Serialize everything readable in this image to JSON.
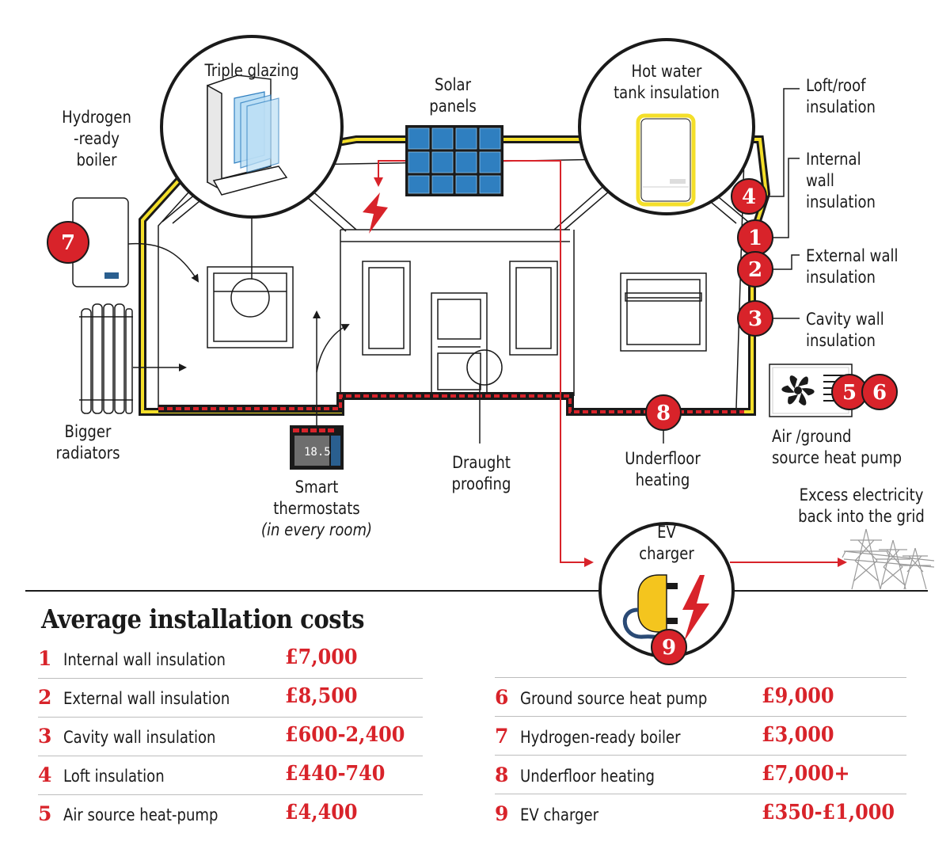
{
  "labels": {
    "triple_glazing": "Triple glazing",
    "solar_panels": [
      "Solar",
      "panels"
    ],
    "hot_water": [
      "Hot water",
      "tank insulation"
    ],
    "loft_roof": [
      "Loft/roof",
      "insulation"
    ],
    "internal_wall": [
      "Internal",
      "wall",
      "insulation"
    ],
    "external_wall": [
      "External wall",
      "insulation"
    ],
    "cavity_wall": [
      "Cavity wall",
      "insulation"
    ],
    "heat_pump": [
      "Air /ground",
      "source heat pump"
    ],
    "hydrogen_boiler": [
      "Hydrogen",
      "-ready",
      "boiler"
    ],
    "bigger_radiators": [
      "Bigger",
      "radiators"
    ],
    "smart_thermostats": [
      "Smart",
      "thermostats",
      "(in every room)"
    ],
    "draught_proofing": [
      "Draught",
      "proofing"
    ],
    "underfloor_heating": [
      "Underfloor",
      "heating"
    ],
    "excess_electricity": [
      "Excess electricity",
      "back into the grid"
    ],
    "ev_charger": [
      "EV",
      "charger"
    ],
    "thermostat_reading": "18.5"
  },
  "badges": {
    "b1": "1",
    "b2": "2",
    "b3": "3",
    "b4": "4",
    "b5": "5",
    "b6": "6",
    "b7": "7",
    "b8": "8",
    "b9": "9"
  },
  "costs": {
    "title": "Average installation costs",
    "left": [
      {
        "num": "1",
        "name": "Internal wall insulation",
        "price": "£7,000"
      },
      {
        "num": "2",
        "name": "External wall insulation",
        "price": "£8,500"
      },
      {
        "num": "3",
        "name": "Cavity wall insulation",
        "price": "£600-2,400"
      },
      {
        "num": "4",
        "name": "Loft insulation",
        "price": "£440-740"
      },
      {
        "num": "5",
        "name": "Air source heat-pump",
        "price": "£4,400"
      }
    ],
    "right": [
      {
        "num": "6",
        "name": "Ground source heat pump",
        "price": "£9,000"
      },
      {
        "num": "7",
        "name": "Hydrogen-ready boiler",
        "price": "£3,000"
      },
      {
        "num": "8",
        "name": "Underfloor heating",
        "price": "£7,000+"
      },
      {
        "num": "9",
        "name": "EV charger",
        "price": "£350-£1,000"
      }
    ]
  },
  "colors": {
    "accent_red": "#d8232a",
    "insulation_yellow": "#f4df2a",
    "solar_blue": "#2f7fc0",
    "ev_yellow": "#f4c51e",
    "outline": "#1a1a1a",
    "grey_line": "#9a9a9a"
  }
}
